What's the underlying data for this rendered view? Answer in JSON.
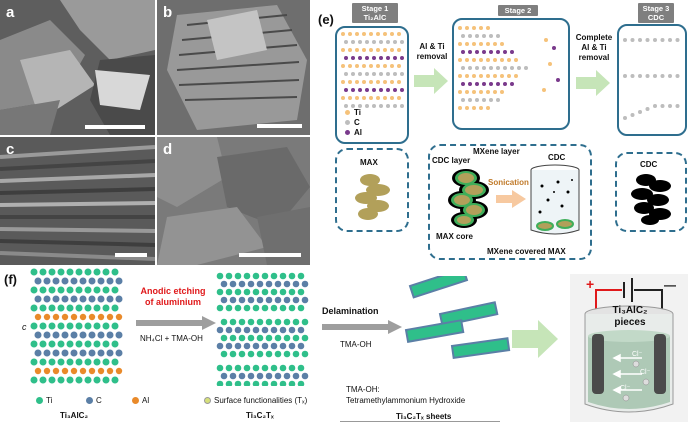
{
  "sem_panels": [
    {
      "letter": "a"
    },
    {
      "letter": "b"
    },
    {
      "letter": "c"
    },
    {
      "letter": "d"
    }
  ],
  "panel_e": {
    "label": "(e)",
    "stage1": {
      "tag": "Stage 1",
      "sub": "Ti₂AlC"
    },
    "stage2": {
      "tag": "Stage 2"
    },
    "stage3": {
      "tag": "Stage 3",
      "sub": "CDC"
    },
    "arrow1": "Al & Ti\nremoval",
    "arrow2": "Complete\nAl & Ti\nremoval",
    "legend": [
      {
        "label": "Ti",
        "color": "#f5c27a"
      },
      {
        "label": "C",
        "color": "#bdbdbd"
      },
      {
        "label": "Al",
        "color": "#7a3a8c"
      }
    ],
    "max_box": "MAX",
    "cdc_layer": "CDC layer",
    "mxene_layer": "MXene layer",
    "max_core": "MAX core",
    "sonication": "Sonication",
    "cdc_beaker": "CDC",
    "mxene_covered": "MXene covered MAX",
    "cdc_box": "CDC"
  },
  "panel_f": {
    "label": "(f)",
    "anodic": "Anodic etching\nof aluminium",
    "reagent1": "NH₄Cl + TMA-OH",
    "delamination": "Delamination",
    "reagent2": "TMA-OH",
    "axis_c": "c",
    "legend_ti": "Ti",
    "legend_c": "C",
    "legend_al": "Al",
    "label_max": "Ti₃AlC₂",
    "surface": "Surface functionalities (Tₓ)",
    "label_mxene": "Ti₃C₂Tₓ",
    "tma_def1": "TMA-OH:",
    "tma_def2": "Tetramethylammonium Hydroxide",
    "label_sheets": "Ti₃C₂Tₓ  sheets",
    "cell_label": "Ti₃AlC₂\npieces",
    "ion": "Cl⁻",
    "plus": "+",
    "minus": "—"
  },
  "colors": {
    "box_border": "#2e6e8e",
    "arrow_green": "#c6e5b8",
    "anodic_red": "#e0191b",
    "ti_green": "#2fbf8a",
    "al_orange": "#e98a2a",
    "c_blue": "#5b7fa6"
  }
}
